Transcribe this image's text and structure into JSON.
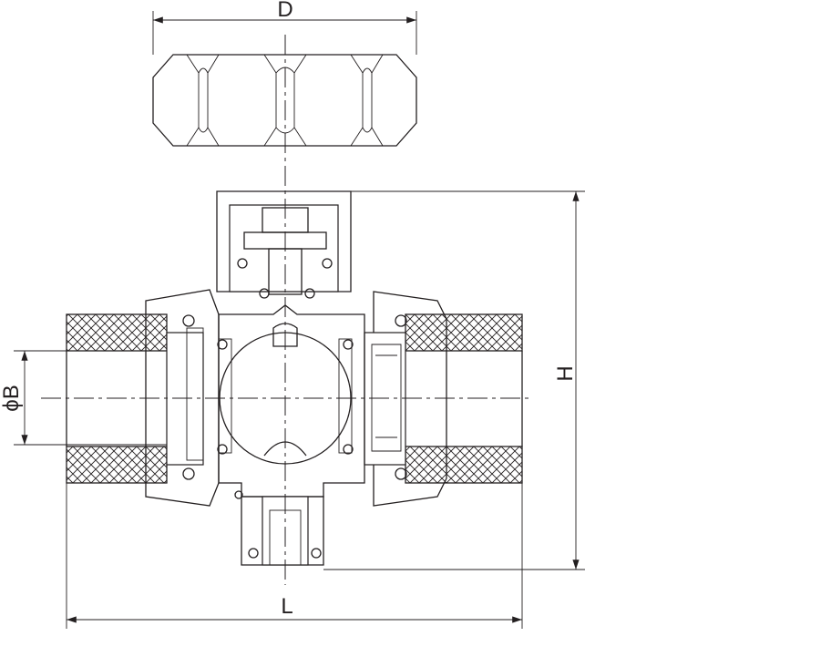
{
  "drawing": {
    "title_hidden": "",
    "dimensions": {
      "D": "D",
      "H": "H",
      "L": "L",
      "B": "ϕB"
    }
  }
}
